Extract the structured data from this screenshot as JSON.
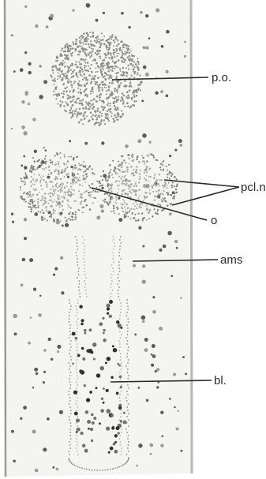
{
  "figure": {
    "labels": {
      "po": "p.o.",
      "pcln": "pcl.n.",
      "o": "o",
      "ams": "ams",
      "bl": "bl."
    }
  }
}
